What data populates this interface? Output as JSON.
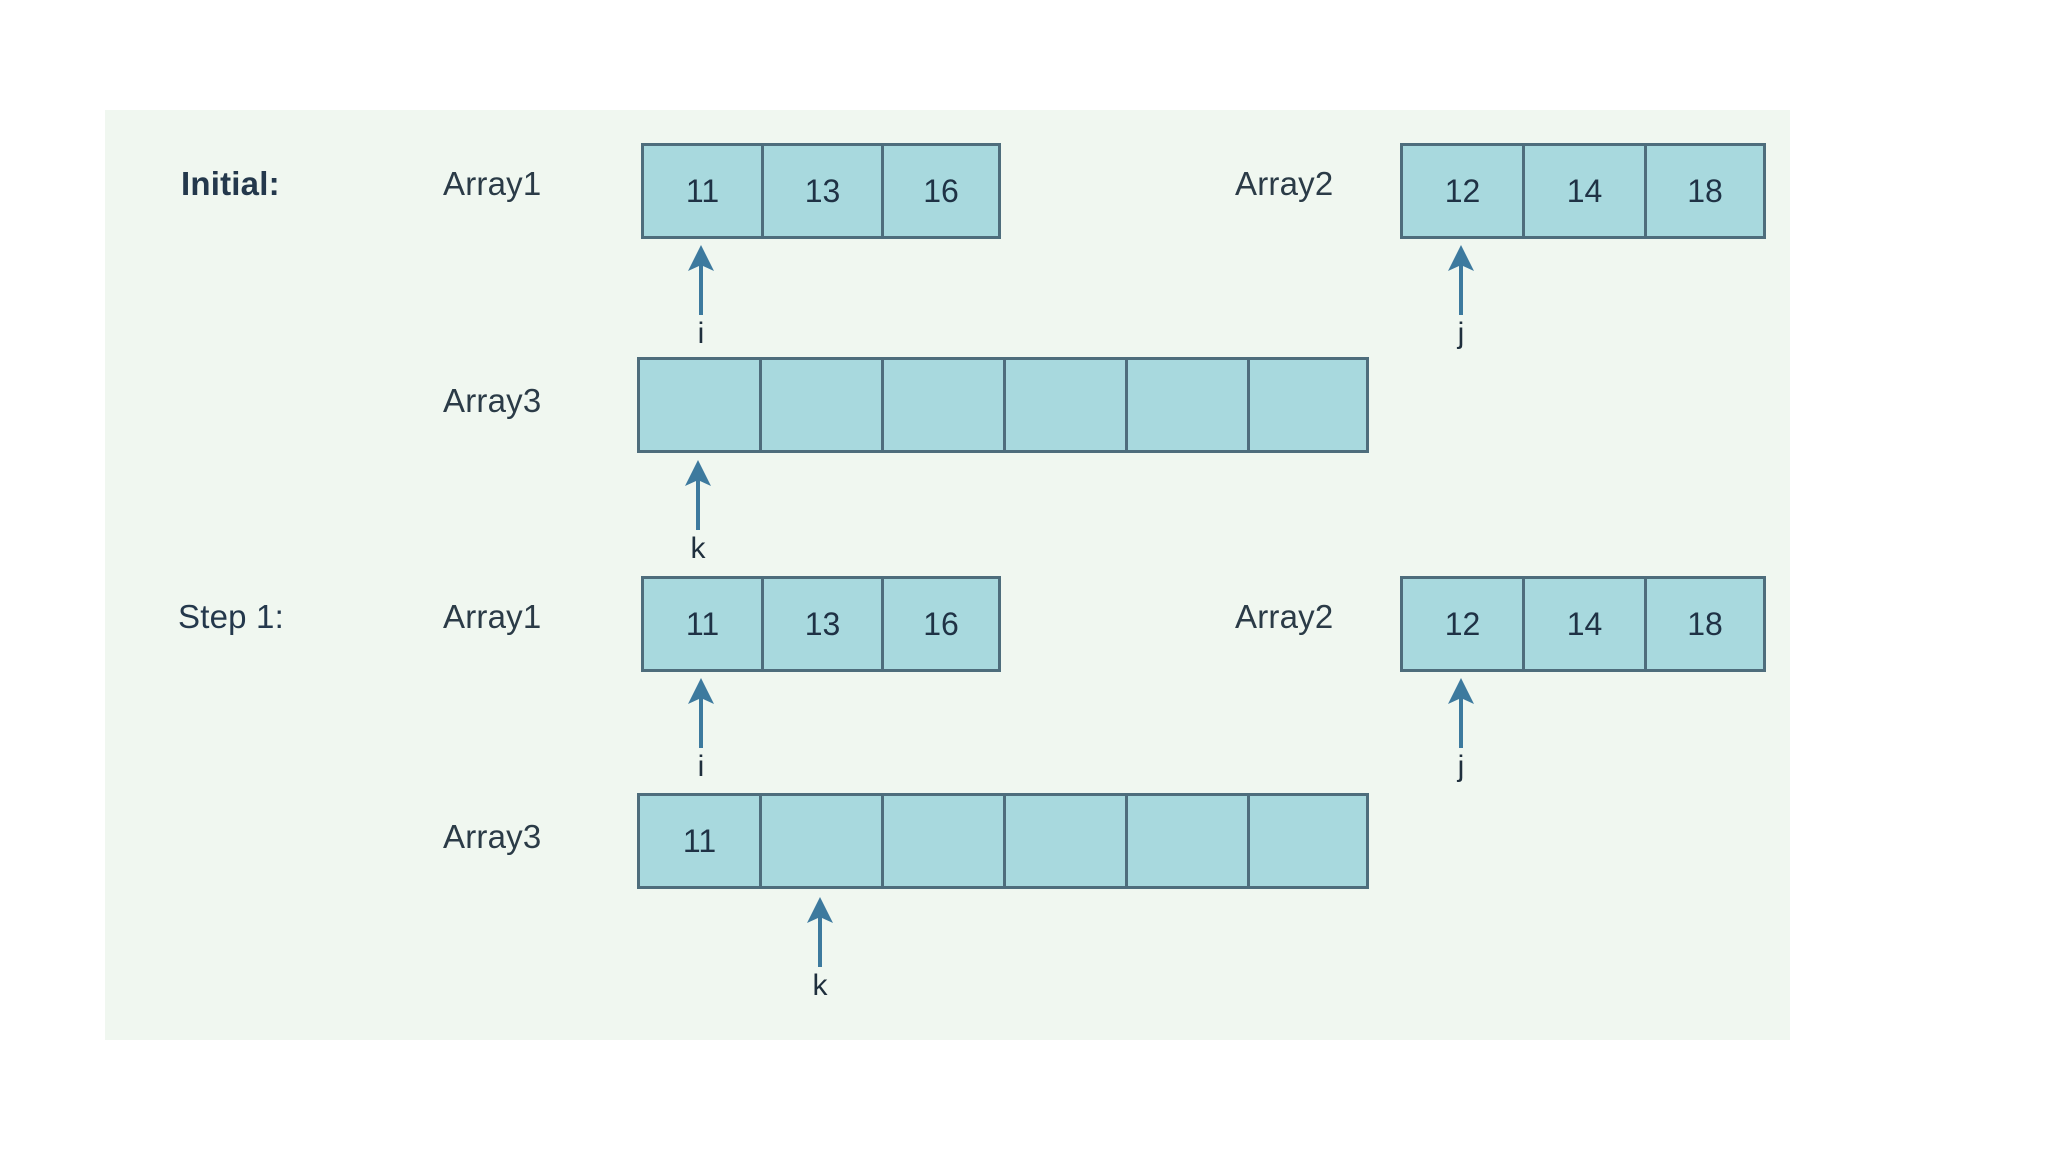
{
  "colors": {
    "panel_background": "#f0f7f0",
    "cell_fill": "#a8d9de",
    "cell_border": "#4e6d7c",
    "arrow": "#3d7a9e",
    "text_dark": "#24384c"
  },
  "rows": [
    {
      "step_label": "Initial:",
      "step_label_bold": true,
      "arrays": [
        {
          "label": "Array1",
          "values": [
            "11",
            "13",
            "16"
          ],
          "pointer": {
            "name": "i",
            "cell_index": 0
          }
        },
        {
          "label": "Array2",
          "values": [
            "12",
            "14",
            "18"
          ],
          "pointer": {
            "name": "j",
            "cell_index": 0
          }
        },
        {
          "label": "Array3",
          "values": [
            "",
            "",
            "",
            "",
            "",
            ""
          ],
          "pointer": {
            "name": "k",
            "cell_index": 0
          }
        }
      ]
    },
    {
      "step_label": "Step 1:",
      "step_label_bold": false,
      "arrays": [
        {
          "label": "Array1",
          "values": [
            "11",
            "13",
            "16"
          ],
          "pointer": {
            "name": "i",
            "cell_index": 0
          }
        },
        {
          "label": "Array2",
          "values": [
            "12",
            "14",
            "18"
          ],
          "pointer": {
            "name": "j",
            "cell_index": 0
          }
        },
        {
          "label": "Array3",
          "values": [
            "11",
            "",
            "",
            "",
            "",
            ""
          ],
          "pointer": {
            "name": "k",
            "cell_index": 1
          }
        }
      ]
    }
  ]
}
